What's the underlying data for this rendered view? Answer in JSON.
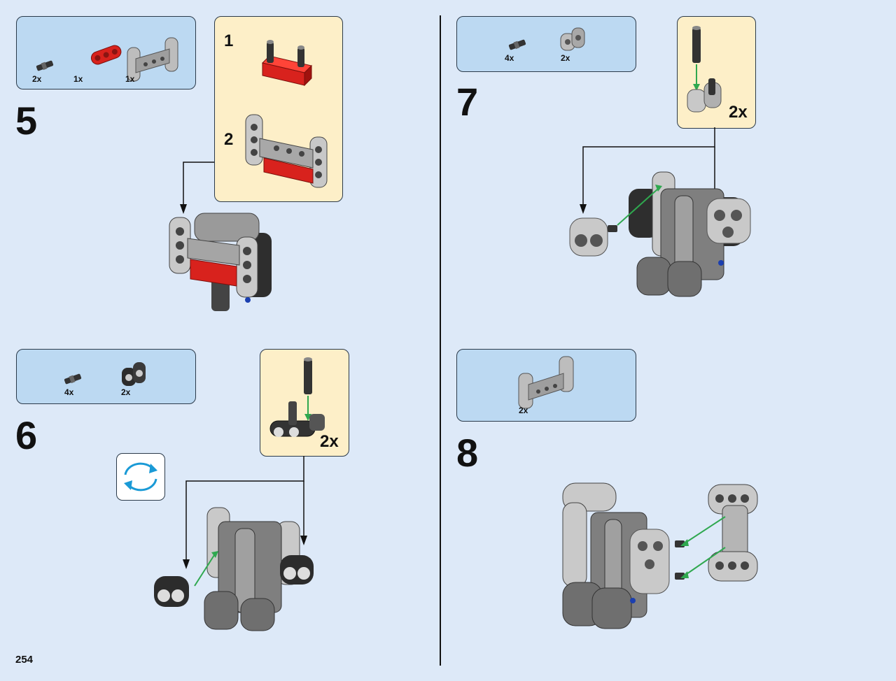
{
  "page_number": "254",
  "steps": [
    {
      "number": "5",
      "parts": [
        {
          "qty": "2x",
          "icon": "pin-icon"
        },
        {
          "qty": "1x",
          "icon": "red-beam-icon"
        },
        {
          "qty": "1x",
          "icon": "frame-icon"
        }
      ],
      "substeps": [
        {
          "number": "1"
        },
        {
          "number": "2"
        }
      ]
    },
    {
      "number": "6",
      "parts": [
        {
          "qty": "4x",
          "icon": "pin-icon"
        },
        {
          "qty": "2x",
          "icon": "connector-icon"
        }
      ],
      "sub_multiplier": "2x",
      "rotate_icon": "rotate-icon"
    },
    {
      "number": "7",
      "parts": [
        {
          "qty": "4x",
          "icon": "pin-icon"
        },
        {
          "qty": "2x",
          "icon": "connector-icon"
        }
      ],
      "sub_multiplier": "2x"
    },
    {
      "number": "8",
      "parts": [
        {
          "qty": "2x",
          "icon": "frame-icon"
        }
      ]
    }
  ],
  "colors": {
    "background": "#dde9f8",
    "parts_box": "#bcd9f2",
    "sub_box": "#fdefc8",
    "arrow_green": "#2fa84f",
    "brick_red": "#d8221d",
    "rotate_blue": "#1a9ad6"
  }
}
